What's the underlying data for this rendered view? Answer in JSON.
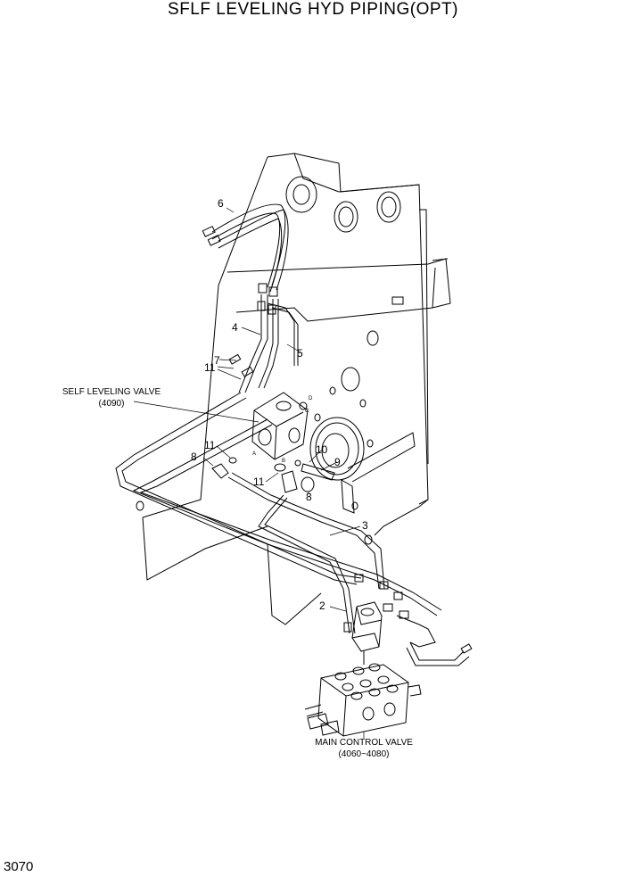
{
  "title": "SFLF LEVELING HYD PIPING(OPT)",
  "page_number": "3070",
  "callouts": {
    "self_leveling_valve": "SELF LEVELING VALVE",
    "self_leveling_valve_ref": "(4090)",
    "main_control_valve": "MAIN CONTROL VALVE",
    "main_control_valve_ref": "(4060~4080)"
  },
  "part_numbers": {
    "n2": "2",
    "n3": "3",
    "n4": "4",
    "n5": "5",
    "n6": "6",
    "n7": "7",
    "n8a": "8",
    "n8b": "8",
    "n9": "9",
    "n10": "10",
    "n11a": "11",
    "n11b": "11",
    "n11c": "11"
  },
  "port_letters": {
    "a": "A",
    "b": "B",
    "c": "C",
    "d": "D"
  }
}
